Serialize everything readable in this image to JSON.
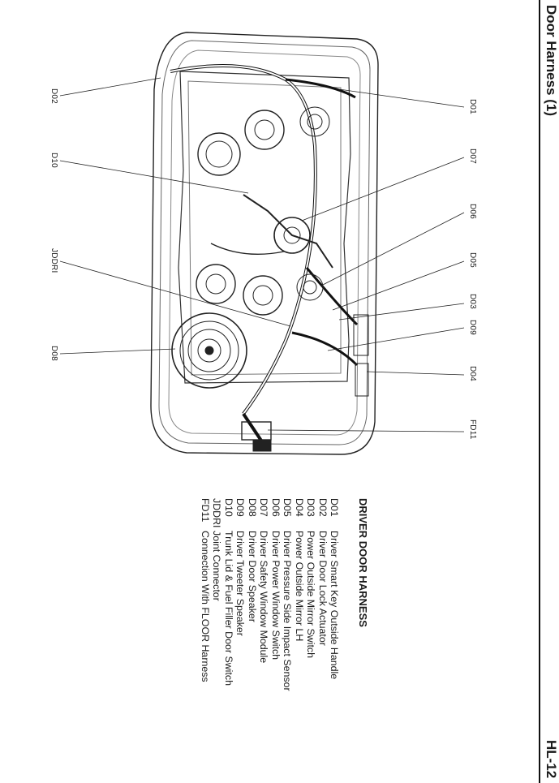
{
  "header": {
    "title": "Door Harness (1)",
    "page_number": "HL-12"
  },
  "diagram": {
    "callouts": [
      "D01",
      "D07",
      "D06",
      "D05",
      "D03",
      "D09",
      "D04",
      "FD11",
      "D02",
      "D10",
      "JDDRI",
      "D08"
    ]
  },
  "legend": {
    "title": "DRIVER DOOR HARNESS",
    "items": [
      {
        "code": "D01",
        "label": "Driver Smart Key Outside Handle"
      },
      {
        "code": "D02",
        "label": "Driver Door Lock Actuator"
      },
      {
        "code": "D03",
        "label": "Power Outside Mirror Switch"
      },
      {
        "code": "D04",
        "label": "Power Outside Mirror LH"
      },
      {
        "code": "D05",
        "label": "Driver Pressure Side Impact Sensor"
      },
      {
        "code": "D06",
        "label": "Driver Power Window Switch"
      },
      {
        "code": "D07",
        "label": "Driver Safety Window Module"
      },
      {
        "code": "D08",
        "label": "Driver Door Speaker"
      },
      {
        "code": "D09",
        "label": "Driver Tweeter Speaker"
      },
      {
        "code": "D10",
        "label": "Trunk Lid & Fuel Filler Door Switch"
      },
      {
        "code": "JDDRI",
        "label": "Joint Connector"
      },
      {
        "code": "FD11",
        "label": "Connection With FLOOR Harness"
      }
    ]
  }
}
